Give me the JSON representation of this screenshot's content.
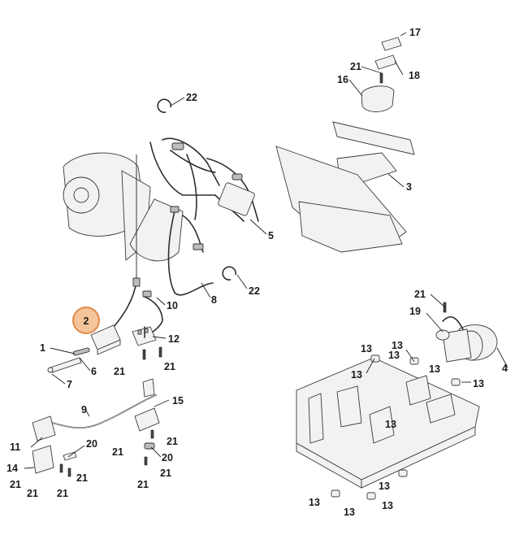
{
  "callouts": {
    "c1": "1",
    "c2": "2",
    "c3": "3",
    "c4": "4",
    "c5": "5",
    "c6": "6",
    "c7": "7",
    "c8": "8",
    "c9": "9",
    "c10": "10",
    "c11": "11",
    "c12": "12",
    "c13": "13",
    "c14": "14",
    "c15": "15",
    "c16": "16",
    "c17": "17",
    "c18": "18",
    "c19": "19",
    "c20": "20",
    "c21": "21",
    "c22": "22"
  },
  "highlight": {
    "part": "2",
    "color": "#f6c49a",
    "border": "#e08a4a"
  }
}
